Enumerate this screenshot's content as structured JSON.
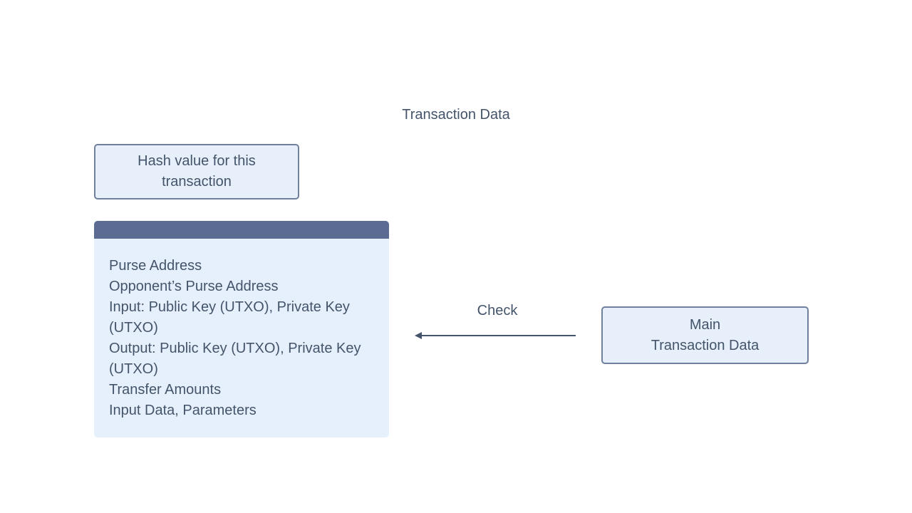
{
  "diagram": {
    "title": "Transaction Data",
    "hash_box": {
      "label": "Hash value for this transaction"
    },
    "data_panel": {
      "items": [
        "Purse Address",
        "Opponent’s Purse Address",
        "Input: Public Key (UTXO), Private Key (UTXO)",
        "Output: Public Key (UTXO),  Private Key (UTXO)",
        "Transfer Amounts",
        "Input Data, Parameters"
      ]
    },
    "edge": {
      "label": "Check"
    },
    "main_box": {
      "line1": "Main",
      "line2": "Transaction Data"
    },
    "colors": {
      "text": "#44546a",
      "box_fill": "#e6effa",
      "box_border": "#6f7f9c",
      "panel_fill": "#e6f0fc",
      "panel_header": "#5b6b92",
      "arrow": "#44546a"
    }
  }
}
